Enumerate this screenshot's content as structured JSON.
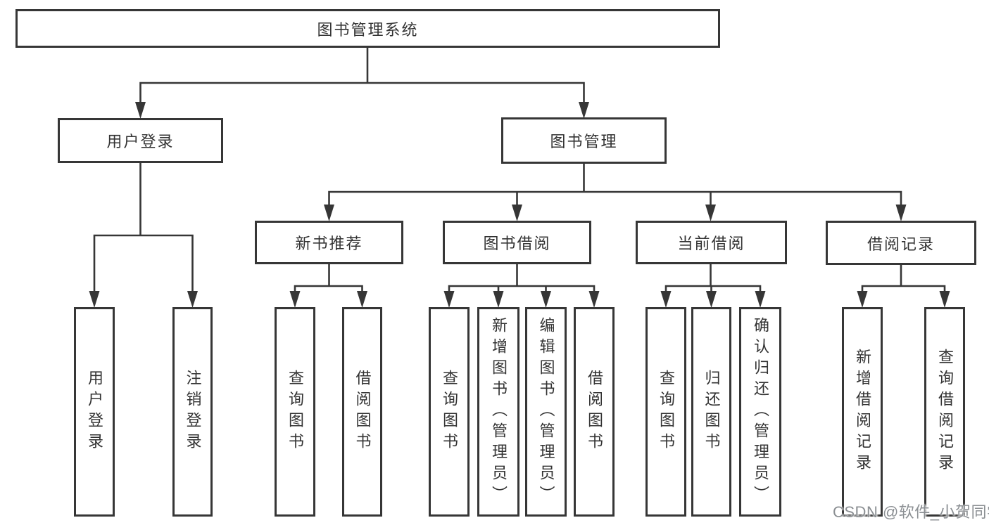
{
  "tree": {
    "root": {
      "label": "图书管理系统",
      "children": [
        {
          "label": "用户登录",
          "children": [
            {
              "label": "用户登录"
            },
            {
              "label": "注销登录"
            }
          ]
        },
        {
          "label": "图书管理",
          "children": [
            {
              "label": "新书推荐",
              "children": [
                {
                  "label": "查询图书"
                },
                {
                  "label": "借阅图书"
                }
              ]
            },
            {
              "label": "图书借阅",
              "children": [
                {
                  "label": "查询图书"
                },
                {
                  "label": "新增图书（管理员）"
                },
                {
                  "label": "编辑图书（管理员）"
                },
                {
                  "label": "借阅图书"
                }
              ]
            },
            {
              "label": "当前借阅",
              "children": [
                {
                  "label": "查询图书"
                },
                {
                  "label": "归还图书"
                },
                {
                  "label": "确认归还（管理员）"
                }
              ]
            },
            {
              "label": "借阅记录",
              "children": [
                {
                  "label": "新增借阅记录"
                },
                {
                  "label": "查询借阅记录"
                }
              ]
            }
          ]
        }
      ]
    }
  },
  "watermark": {
    "text": "CSDN @软件_小贺同学"
  },
  "colors": {
    "line": "#363636",
    "text": "#333333",
    "background": "#ffffff",
    "watermark": "#8b8f93"
  }
}
